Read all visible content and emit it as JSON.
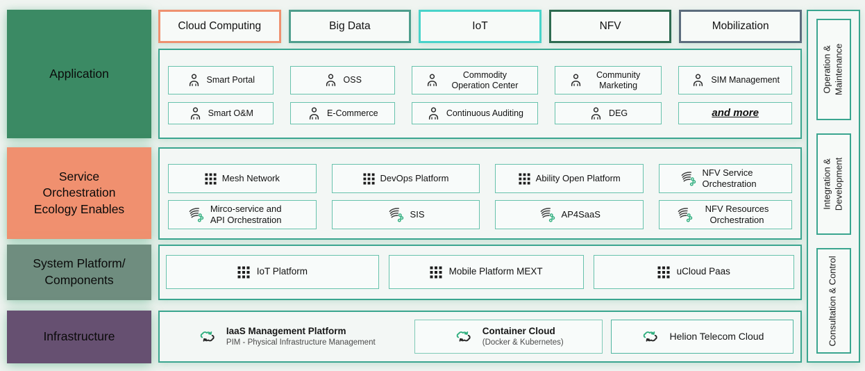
{
  "left_rail": {
    "items": [
      {
        "lines": [
          "Application"
        ],
        "color": "#3b8a64"
      },
      {
        "lines": [
          "Service",
          "Orchestration",
          "Ecology Enables"
        ],
        "color": "#f0906f"
      },
      {
        "lines": [
          "System Platform/",
          "Components"
        ],
        "color": "#6f8d7f"
      },
      {
        "lines": [
          "Infrastructure"
        ],
        "color": "#665071"
      }
    ]
  },
  "tabs": {
    "items": [
      {
        "label": "Cloud Computing",
        "accent": "#ef9170"
      },
      {
        "label": "Big Data",
        "accent": "#4f9e8d"
      },
      {
        "label": "IoT",
        "accent": "#48d3ca"
      },
      {
        "label": "NFV",
        "accent": "#2e6b51"
      },
      {
        "label": "Mobilization",
        "accent": "#5c6c7d"
      }
    ]
  },
  "application": {
    "items": [
      {
        "label": "Smart Portal",
        "icon": "person"
      },
      {
        "label": "OSS",
        "icon": "person"
      },
      {
        "label": "Commodity Operation Center",
        "icon": "person"
      },
      {
        "label": "Community Marketing",
        "icon": "person"
      },
      {
        "label": "SIM Management",
        "icon": "person"
      },
      {
        "label": "Smart O&M",
        "icon": "person"
      },
      {
        "label": "E-Commerce",
        "icon": "person"
      },
      {
        "label": "Continuous Auditing",
        "icon": "person"
      },
      {
        "label": "DEG",
        "icon": "person"
      },
      {
        "label": "and more",
        "icon": "none"
      }
    ]
  },
  "service": {
    "items": [
      {
        "label": "Mesh Network",
        "icon": "grid"
      },
      {
        "label": "DevOps Platform",
        "icon": "grid"
      },
      {
        "label": "Ability Open Platform",
        "icon": "grid"
      },
      {
        "label": "NFV Service Orchestration",
        "icon": "orchestration"
      },
      {
        "label": "Mirco-service and API Orchestration",
        "icon": "orchestration"
      },
      {
        "label": "SIS",
        "icon": "orchestration"
      },
      {
        "label": "AP4SaaS",
        "icon": "orchestration"
      },
      {
        "label": "NFV Resources Orchestration",
        "icon": "orchestration"
      }
    ]
  },
  "system": {
    "items": [
      {
        "label": "IoT Platform",
        "icon": "grid"
      },
      {
        "label": "Mobile Platform MEXT",
        "icon": "grid"
      },
      {
        "label": "uCloud Paas",
        "icon": "grid"
      }
    ]
  },
  "infrastructure": {
    "items": [
      {
        "title": "IaaS Management Platform",
        "subtitle": "PIM - Physical Infrastructure Management",
        "icon": "cloud-sync"
      },
      {
        "title": "Container Cloud",
        "subtitle": "(Docker & Kubernetes)",
        "icon": "cloud-sync"
      },
      {
        "title": "Helion Telecom Cloud",
        "subtitle": "",
        "icon": "cloud-sync"
      }
    ]
  },
  "right_rail": {
    "items": [
      {
        "lines": [
          "Operation &",
          "Maintenance"
        ]
      },
      {
        "lines": [
          "Integration &",
          "Development"
        ]
      },
      {
        "lines": [
          "Consultation & Control"
        ]
      }
    ]
  },
  "colors": {
    "panel_border": "#3aa58f",
    "item_border": "#67c2ac",
    "icon_green": "#2fae7e",
    "background": "#f0f4f1"
  }
}
